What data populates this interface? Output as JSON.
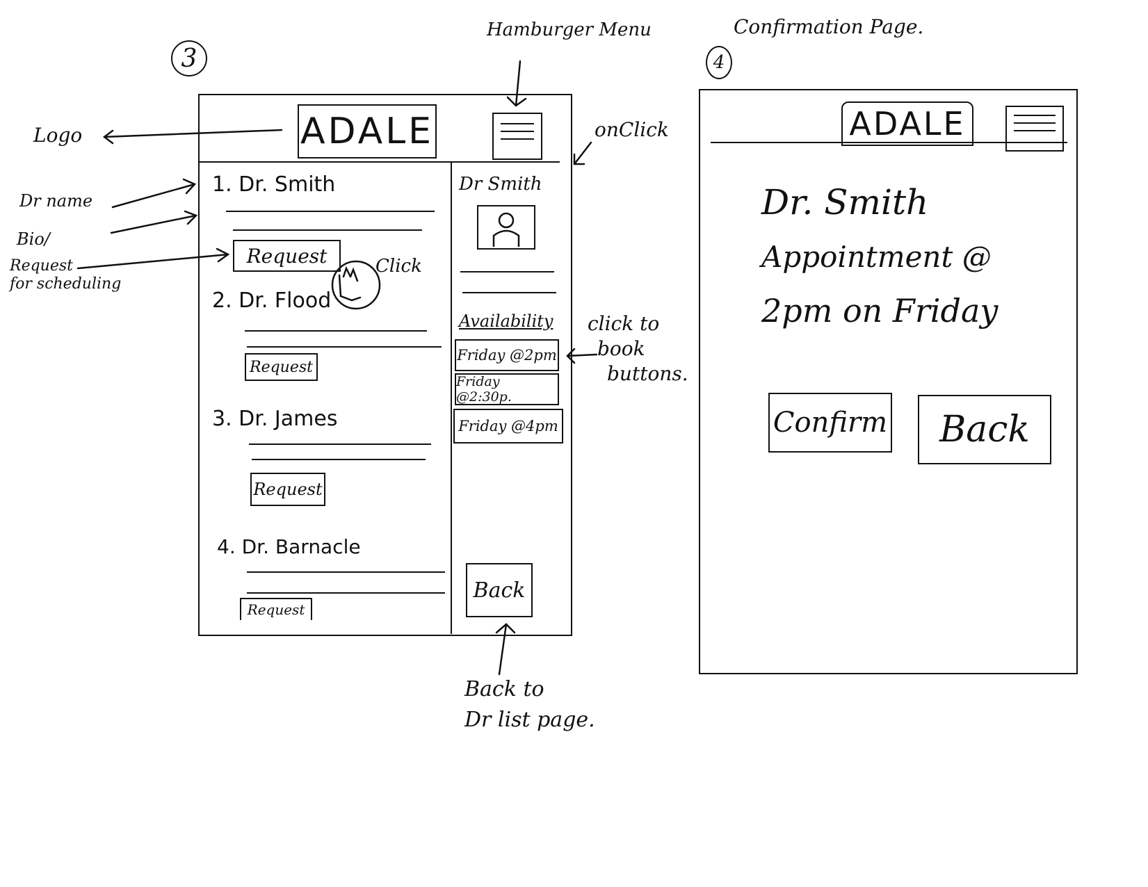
{
  "annotations": {
    "screen3_number": "3",
    "screen4_number": "4",
    "hamburger_menu": "Hamburger Menu",
    "onclick": "onClick",
    "logo": "Logo",
    "dr_name": "Dr name",
    "bio": "Bio/",
    "request_for_scheduling_1": "Request",
    "request_for_scheduling_2": "for scheduling",
    "click": "Click",
    "click_to_book_1": "click to",
    "click_to_book_2": "book",
    "click_to_book_3": "buttons.",
    "back_to_list_1": "Back to",
    "back_to_list_2": "Dr list page.",
    "confirmation_page": "Confirmation Page."
  },
  "screen3": {
    "logo": "ADALE",
    "doctors": [
      {
        "number": "1.",
        "name": "Dr. Smith",
        "request": "Request"
      },
      {
        "number": "2.",
        "name": "Dr. Flood",
        "request": "Request"
      },
      {
        "number": "3.",
        "name": "Dr. James",
        "request": "Request"
      },
      {
        "number": "4.",
        "name": "Dr. Barnacle",
        "request": "Request"
      }
    ],
    "detail": {
      "name": "Dr Smith",
      "availability_label": "Availability",
      "slots": [
        "Friday @2pm",
        "Friday @2:30p.",
        "Friday @4pm"
      ],
      "back": "Back"
    }
  },
  "screen4": {
    "logo": "ADALE",
    "doctor_name": "Dr. Smith",
    "appointment_line": "Appointment @",
    "time_line": "2pm on Friday",
    "confirm": "Confirm",
    "back": "Back"
  }
}
